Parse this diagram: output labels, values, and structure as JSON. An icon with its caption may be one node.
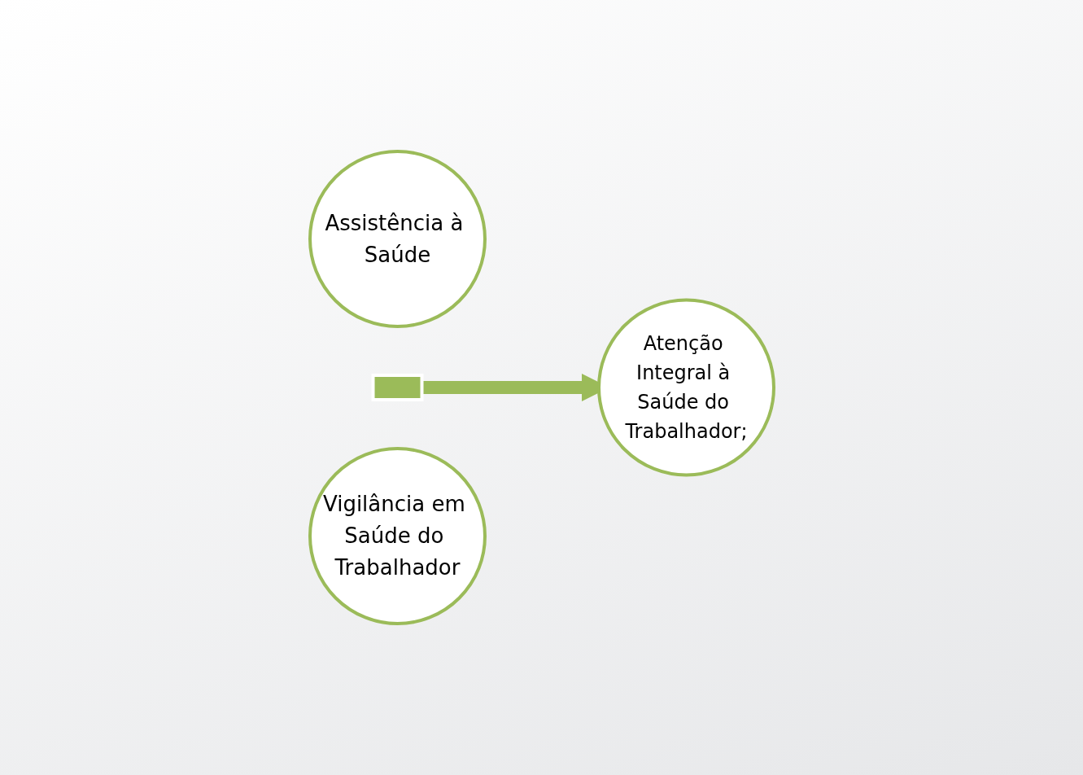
{
  "diagram": {
    "nodes": [
      {
        "text": [
          "Assistência à Saúde"
        ]
      },
      {
        "text": [],
        "shape": "plus"
      },
      {
        "text": [
          "Vigilância em Saúde do Trabalhador"
        ]
      },
      {
        "text": [
          "Atenção Integral à Saúde do Trabalhador;"
        ]
      }
    ],
    "edges": [
      {
        "from": 1,
        "to": 3,
        "arrow": "to"
      }
    ]
  }
}
